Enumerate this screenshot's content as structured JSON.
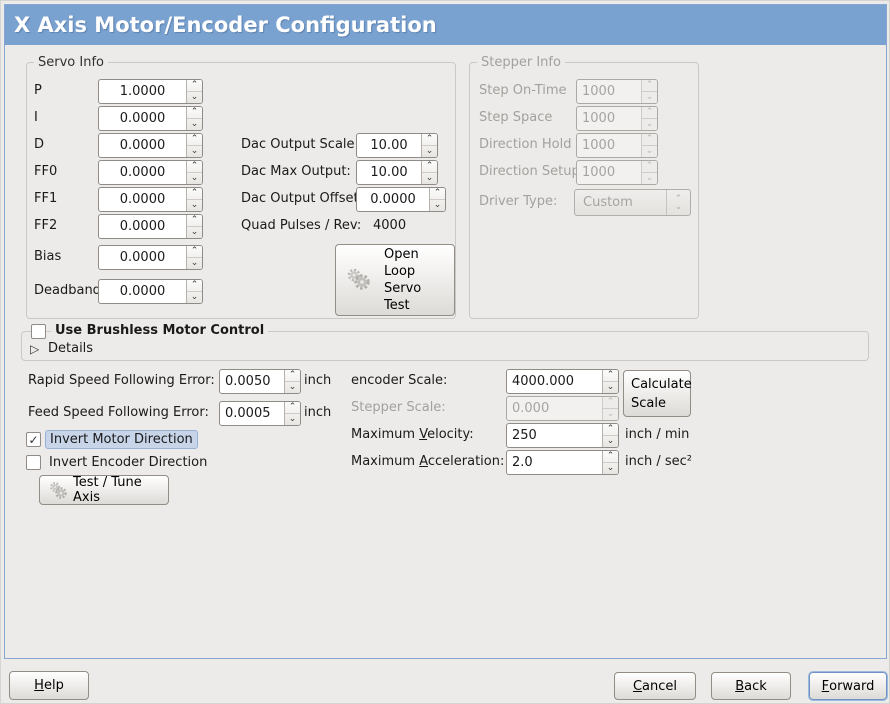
{
  "window": {
    "title": "X Axis Motor/Encoder Configuration"
  },
  "icons": {
    "spin_up": "⌃",
    "spin_down": "⌄",
    "expander": "▷",
    "check": "✓"
  },
  "servo_info": {
    "legend": "Servo Info",
    "fields": [
      {
        "label": "P",
        "value": "1.0000"
      },
      {
        "label": "I",
        "value": "0.0000"
      },
      {
        "label": "D",
        "value": "0.0000"
      },
      {
        "label": "FF0",
        "value": "0.0000"
      },
      {
        "label": "FF1",
        "value": "0.0000"
      },
      {
        "label": "FF2",
        "value": "0.0000"
      },
      {
        "label": "Bias",
        "value": "0.0000"
      },
      {
        "label": "Deadband",
        "value": "0.0000"
      }
    ]
  },
  "dac": {
    "rows": [
      {
        "label": "Dac Output Scale:",
        "value": "10.00"
      },
      {
        "label": "Dac Max Output:",
        "value": "10.00"
      },
      {
        "label": "Dac Output Offset:",
        "value": "0.0000"
      }
    ],
    "quad_label": "Quad Pulses / Rev:",
    "quad_value": "4000",
    "open_loop_button": "Open\nLoop\nServo\nTest"
  },
  "stepper_info": {
    "legend": "Stepper Info",
    "fields": [
      {
        "label": "Step On-Time",
        "value": "1000"
      },
      {
        "label": "Step Space",
        "value": "1000"
      },
      {
        "label": "Direction Hold",
        "value": "1000"
      },
      {
        "label": "Direction Setup",
        "value": "1000"
      }
    ],
    "driver_type_label": "Driver Type:",
    "driver_type_value": "Custom"
  },
  "brushless": {
    "checkbox_label": "Use Brushless Motor Control",
    "details_label": "Details"
  },
  "following_error": {
    "rows": [
      {
        "label": "Rapid Speed Following Error:",
        "value": "0.0050",
        "unit": "inch"
      },
      {
        "label": "Feed Speed Following Error:",
        "value": "0.0005",
        "unit": "inch"
      }
    ]
  },
  "direction": {
    "invert_motor": {
      "label": "Invert Motor Direction",
      "glyph": "✓"
    },
    "invert_encoder": {
      "label": "Invert Encoder Direction",
      "glyph": ""
    }
  },
  "test_tune_button": "Test / Tune Axis",
  "scale": {
    "encoder": {
      "label": "encoder Scale:",
      "value": "4000.000"
    },
    "stepper": {
      "label": "Stepper Scale:",
      "value": "0.000"
    },
    "velocity": {
      "label": "Maximum Velocity:",
      "value": "250",
      "unit": "inch / min"
    },
    "accel": {
      "label": "Maximum Acceleration:",
      "value": "2.0",
      "unit": "inch / sec²"
    },
    "calculate_button": "Calculate\nScale"
  },
  "actions": {
    "help": "Help",
    "cancel": "Cancel",
    "back": "Back",
    "forward": "Forward"
  }
}
